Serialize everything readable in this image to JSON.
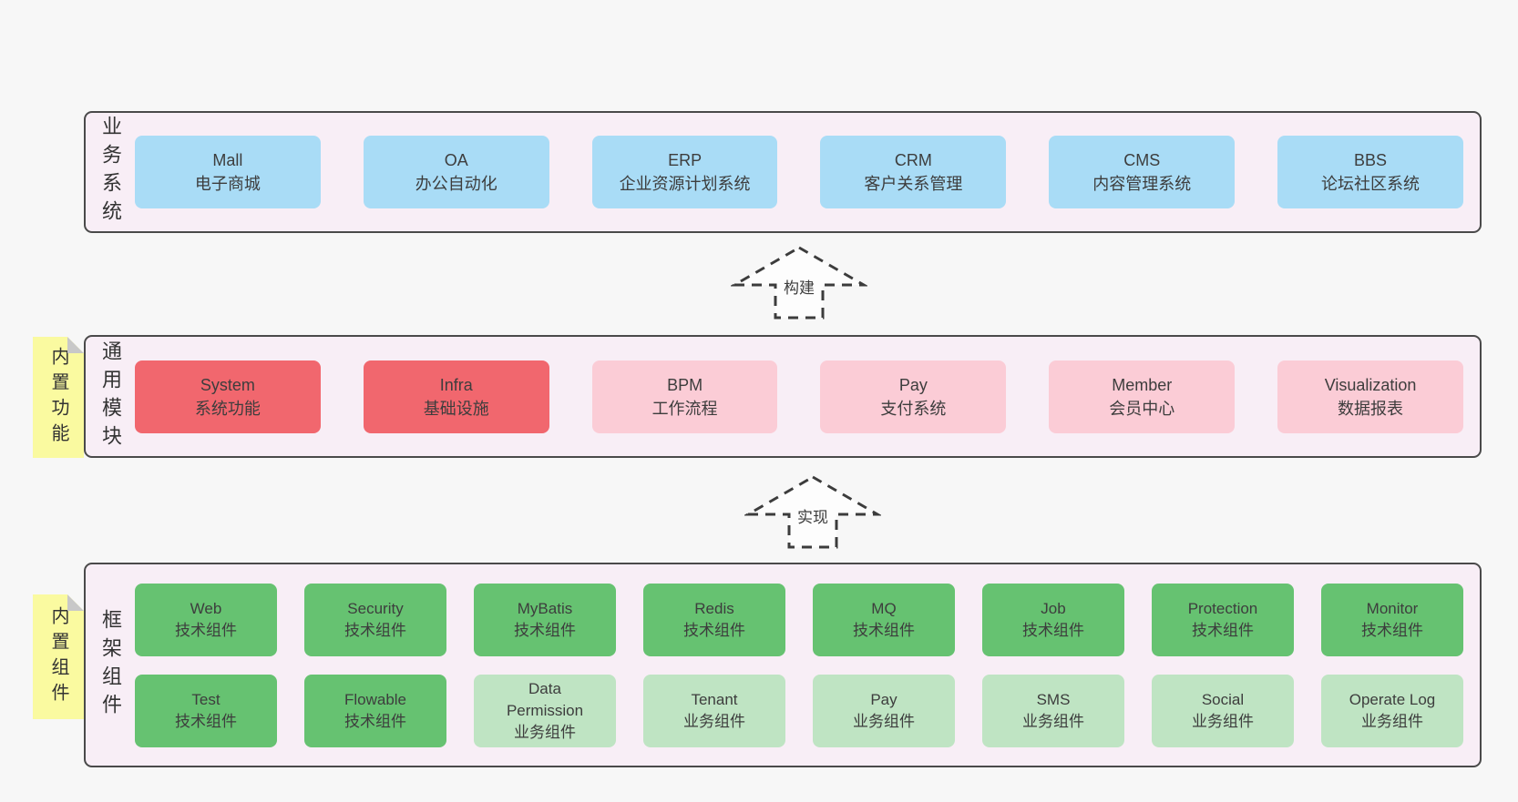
{
  "palette": {
    "page-bg": "#f7f7f7",
    "panel-bg": "#f8eef6",
    "panel-border": "#4a4a4a",
    "box-blue": "#a9dcf6",
    "box-red": "#f1676e",
    "box-pink": "#fbccd6",
    "box-green": "#66c271",
    "box-green-light": "#bfe4c3",
    "note-bg": "#fafaa0",
    "note-fold": "#c8c8c8",
    "text": "#3d3d3d"
  },
  "sections": {
    "business": {
      "label": "业务系统",
      "boxes": [
        {
          "title": "Mall",
          "subtitle": "电子商城"
        },
        {
          "title": "OA",
          "subtitle": "办公自动化"
        },
        {
          "title": "ERP",
          "subtitle": "企业资源计划系统"
        },
        {
          "title": "CRM",
          "subtitle": "客户关系管理"
        },
        {
          "title": "CMS",
          "subtitle": "内容管理系统"
        },
        {
          "title": "BBS",
          "subtitle": "论坛社区系统"
        }
      ]
    },
    "modules": {
      "label": "通用模块",
      "note": "内置功能",
      "boxes": [
        {
          "title": "System",
          "subtitle": "系统功能"
        },
        {
          "title": "Infra",
          "subtitle": "基础设施"
        },
        {
          "title": "BPM",
          "subtitle": "工作流程"
        },
        {
          "title": "Pay",
          "subtitle": "支付系统"
        },
        {
          "title": "Member",
          "subtitle": "会员中心"
        },
        {
          "title": "Visualization",
          "subtitle": "数据报表"
        }
      ]
    },
    "framework": {
      "label": "框架组件",
      "note": "内置组件",
      "rows": [
        [
          {
            "title": "Web",
            "subtitle": "技术组件"
          },
          {
            "title": "Security",
            "subtitle": "技术组件"
          },
          {
            "title": "MyBatis",
            "subtitle": "技术组件"
          },
          {
            "title": "Redis",
            "subtitle": "技术组件"
          },
          {
            "title": "MQ",
            "subtitle": "技术组件"
          },
          {
            "title": "Job",
            "subtitle": "技术组件"
          },
          {
            "title": "Protection",
            "subtitle": "技术组件"
          },
          {
            "title": "Monitor",
            "subtitle": "技术组件"
          }
        ],
        [
          {
            "title": "Test",
            "subtitle": "技术组件"
          },
          {
            "title": "Flowable",
            "subtitle": "技术组件"
          },
          {
            "title": "Data Permission",
            "subtitle": "业务组件"
          },
          {
            "title": "Tenant",
            "subtitle": "业务组件"
          },
          {
            "title": "Pay",
            "subtitle": "业务组件"
          },
          {
            "title": "SMS",
            "subtitle": "业务组件"
          },
          {
            "title": "Social",
            "subtitle": "业务组件"
          },
          {
            "title": "Operate Log",
            "subtitle": "业务组件"
          }
        ]
      ]
    }
  },
  "arrows": [
    {
      "label": "构建"
    },
    {
      "label": "实现"
    }
  ]
}
